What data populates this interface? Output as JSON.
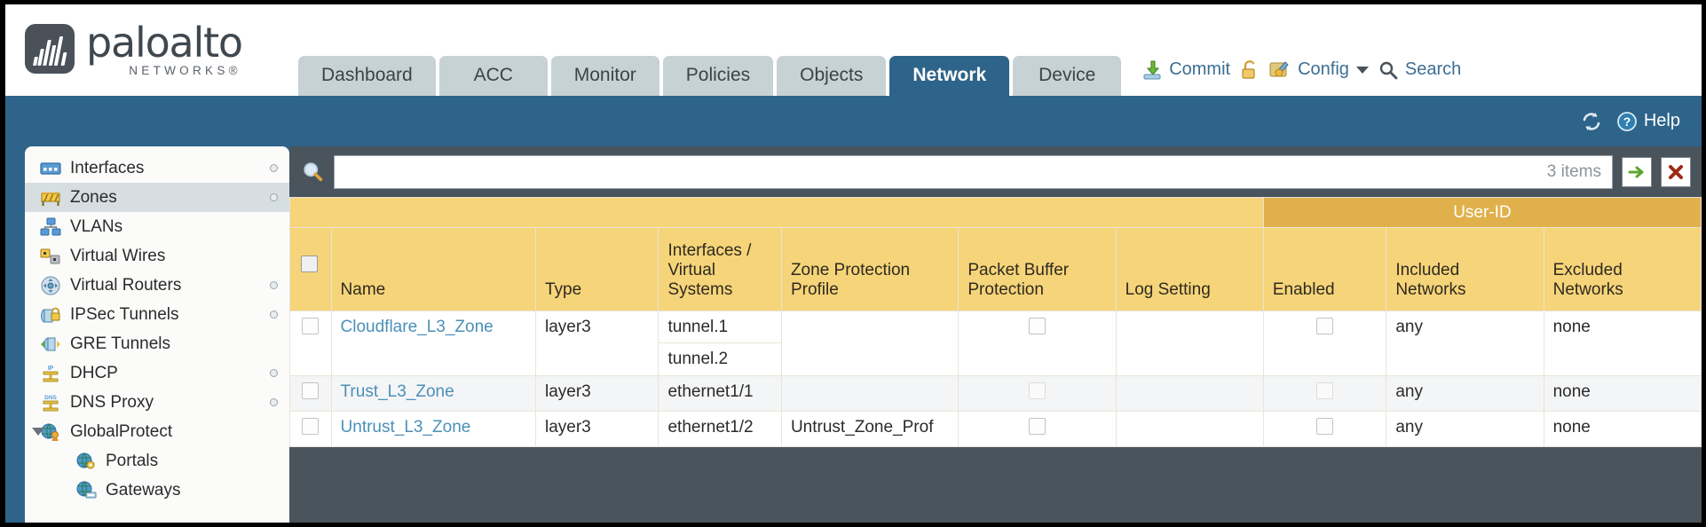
{
  "brand": {
    "name": "paloalto",
    "tagline": "NETWORKS",
    "registered": "®"
  },
  "tabs": [
    {
      "label": "Dashboard",
      "active": false
    },
    {
      "label": "ACC",
      "active": false
    },
    {
      "label": "Monitor",
      "active": false
    },
    {
      "label": "Policies",
      "active": false
    },
    {
      "label": "Objects",
      "active": false
    },
    {
      "label": "Network",
      "active": true
    },
    {
      "label": "Device",
      "active": false
    }
  ],
  "header_actions": {
    "commit": "Commit",
    "lock_icon": "padlock-icon",
    "config": "Config",
    "search": "Search"
  },
  "bluebar": {
    "refresh_icon": "refresh-icon",
    "help": "Help"
  },
  "sidebar": {
    "items": [
      {
        "label": "Interfaces",
        "icon": "interfaces-icon",
        "selected": false,
        "dot": true,
        "child": false,
        "expander": false
      },
      {
        "label": "Zones",
        "icon": "zones-icon",
        "selected": true,
        "dot": true,
        "child": false,
        "expander": false
      },
      {
        "label": "VLANs",
        "icon": "vlans-icon",
        "selected": false,
        "dot": false,
        "child": false,
        "expander": false
      },
      {
        "label": "Virtual Wires",
        "icon": "virtual-wires-icon",
        "selected": false,
        "dot": false,
        "child": false,
        "expander": false
      },
      {
        "label": "Virtual Routers",
        "icon": "virtual-routers-icon",
        "selected": false,
        "dot": true,
        "child": false,
        "expander": false
      },
      {
        "label": "IPSec Tunnels",
        "icon": "ipsec-tunnels-icon",
        "selected": false,
        "dot": true,
        "child": false,
        "expander": false
      },
      {
        "label": "GRE Tunnels",
        "icon": "gre-tunnels-icon",
        "selected": false,
        "dot": false,
        "child": false,
        "expander": false
      },
      {
        "label": "DHCP",
        "icon": "dhcp-icon",
        "selected": false,
        "dot": true,
        "child": false,
        "expander": false
      },
      {
        "label": "DNS Proxy",
        "icon": "dns-proxy-icon",
        "selected": false,
        "dot": true,
        "child": false,
        "expander": false
      },
      {
        "label": "GlobalProtect",
        "icon": "globalprotect-icon",
        "selected": false,
        "dot": false,
        "child": false,
        "expander": true
      },
      {
        "label": "Portals",
        "icon": "portals-icon",
        "selected": false,
        "dot": false,
        "child": true,
        "expander": false
      },
      {
        "label": "Gateways",
        "icon": "gateways-icon",
        "selected": false,
        "dot": false,
        "child": true,
        "expander": false
      }
    ]
  },
  "search": {
    "value": "",
    "placeholder": "",
    "item_count": "3 items",
    "apply_icon": "green-arrow-icon",
    "clear_icon": "red-x-icon",
    "magnifier_icon": "search-icon"
  },
  "table": {
    "group_header": {
      "label": "User-ID",
      "span": 3
    },
    "columns": [
      "Name",
      "Type",
      "Interfaces / Virtual Systems",
      "Zone Protection Profile",
      "Packet Buffer Protection",
      "Log Setting",
      "Enabled",
      "Included Networks",
      "Excluded Networks"
    ],
    "rows": [
      {
        "name": "Cloudflare_L3_Zone",
        "type": "layer3",
        "interfaces": [
          "tunnel.1",
          "tunnel.2"
        ],
        "zone_protection_profile": "",
        "packet_buffer_protection": false,
        "log_setting": "",
        "userid_enabled": false,
        "included_networks": "any",
        "excluded_networks": "none",
        "selected": false
      },
      {
        "name": "Trust_L3_Zone",
        "type": "layer3",
        "interfaces": [
          "ethernet1/1"
        ],
        "zone_protection_profile": "",
        "packet_buffer_protection": false,
        "log_setting": "",
        "userid_enabled": false,
        "included_networks": "any",
        "excluded_networks": "none",
        "selected": false
      },
      {
        "name": "Untrust_L3_Zone",
        "type": "layer3",
        "interfaces": [
          "ethernet1/2"
        ],
        "zone_protection_profile": "Untrust_Zone_Prof",
        "packet_buffer_protection": false,
        "log_setting": "",
        "userid_enabled": false,
        "included_networks": "any",
        "excluded_networks": "none",
        "selected": false
      }
    ]
  },
  "colors": {
    "brand_blue": "#2e6489",
    "tab_inactive": "#c7d2d4",
    "table_header": "#f6d479",
    "group_header": "#e0b14a",
    "link": "#4a90b8"
  }
}
